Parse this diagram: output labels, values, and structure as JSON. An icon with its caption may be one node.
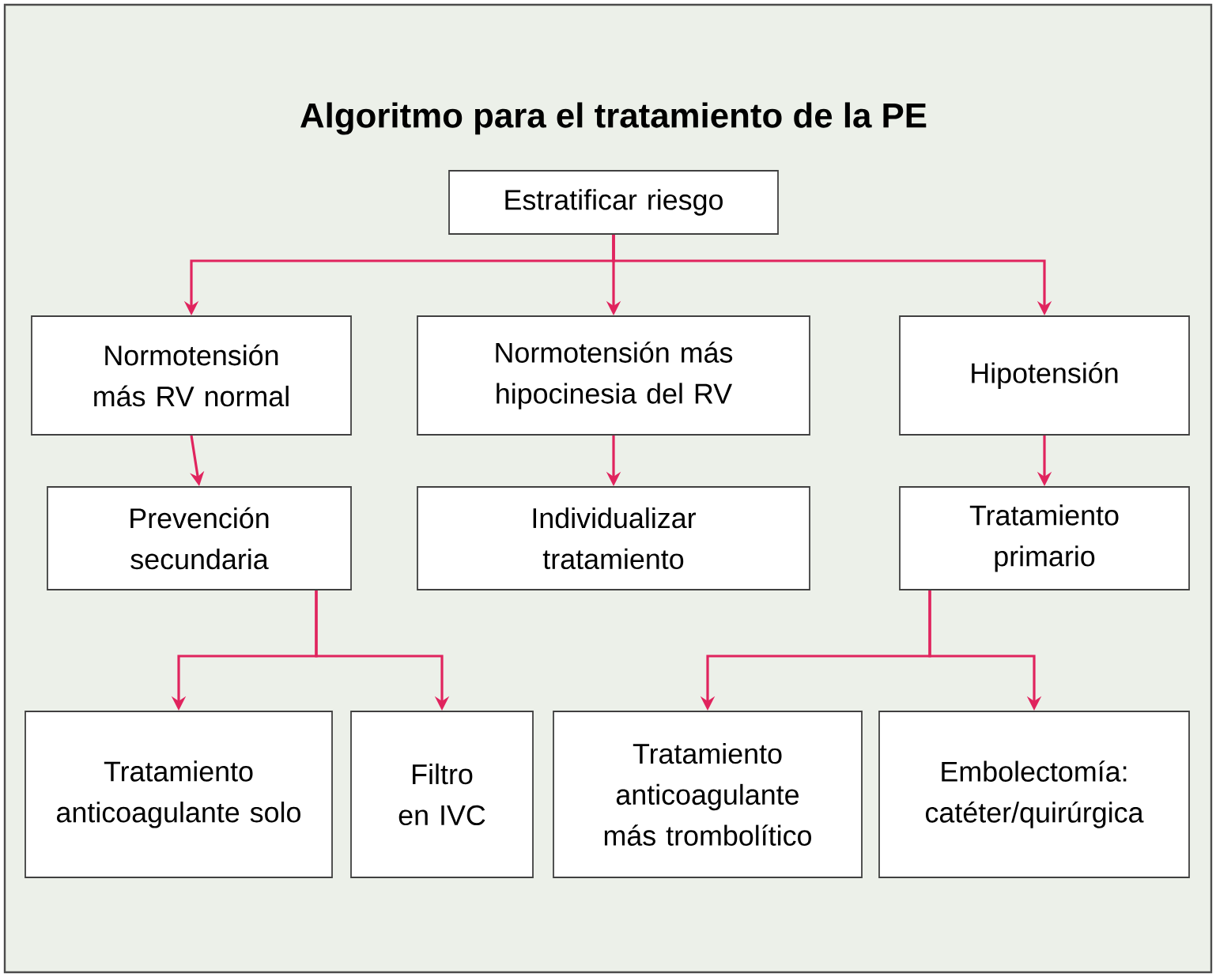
{
  "diagram": {
    "title": "Algoritmo para el tratamiento de la PE",
    "nodes": [
      {
        "text": [
          "Estratificar riesgo"
        ]
      },
      {
        "text": [
          "Normotensión más RV normal"
        ]
      },
      {
        "text": [
          "Normotensión más hipocinesia del RV"
        ]
      },
      {
        "text": [
          "Hipotensión"
        ]
      },
      {
        "text": [
          "Prevención secundaria"
        ]
      },
      {
        "text": [
          "Individualizar tratamiento"
        ]
      },
      {
        "text": [
          "Tratamiento primario"
        ]
      },
      {
        "text": [
          "Tratamiento anticoagulante solo"
        ]
      },
      {
        "text": [
          "Filtro en IVC"
        ]
      },
      {
        "text": [
          "Tratamiento anticoagulante más trombolítico"
        ]
      },
      {
        "text": [
          "Embolectomía: catéter/quirúrgica"
        ]
      }
    ],
    "edges": [
      {
        "from": 0,
        "to": 1,
        "arrow": "to"
      },
      {
        "from": 0,
        "to": 2,
        "arrow": "to"
      },
      {
        "from": 0,
        "to": 3,
        "arrow": "to"
      },
      {
        "from": 1,
        "to": 4,
        "arrow": "to"
      },
      {
        "from": 2,
        "to": 5,
        "arrow": "to"
      },
      {
        "from": 3,
        "to": 6,
        "arrow": "to"
      },
      {
        "from": 4,
        "to": 7,
        "arrow": "to"
      },
      {
        "from": 4,
        "to": 8,
        "arrow": "to"
      },
      {
        "from": 6,
        "to": 9,
        "arrow": "to"
      },
      {
        "from": 6,
        "to": 10,
        "arrow": "to"
      }
    ]
  }
}
